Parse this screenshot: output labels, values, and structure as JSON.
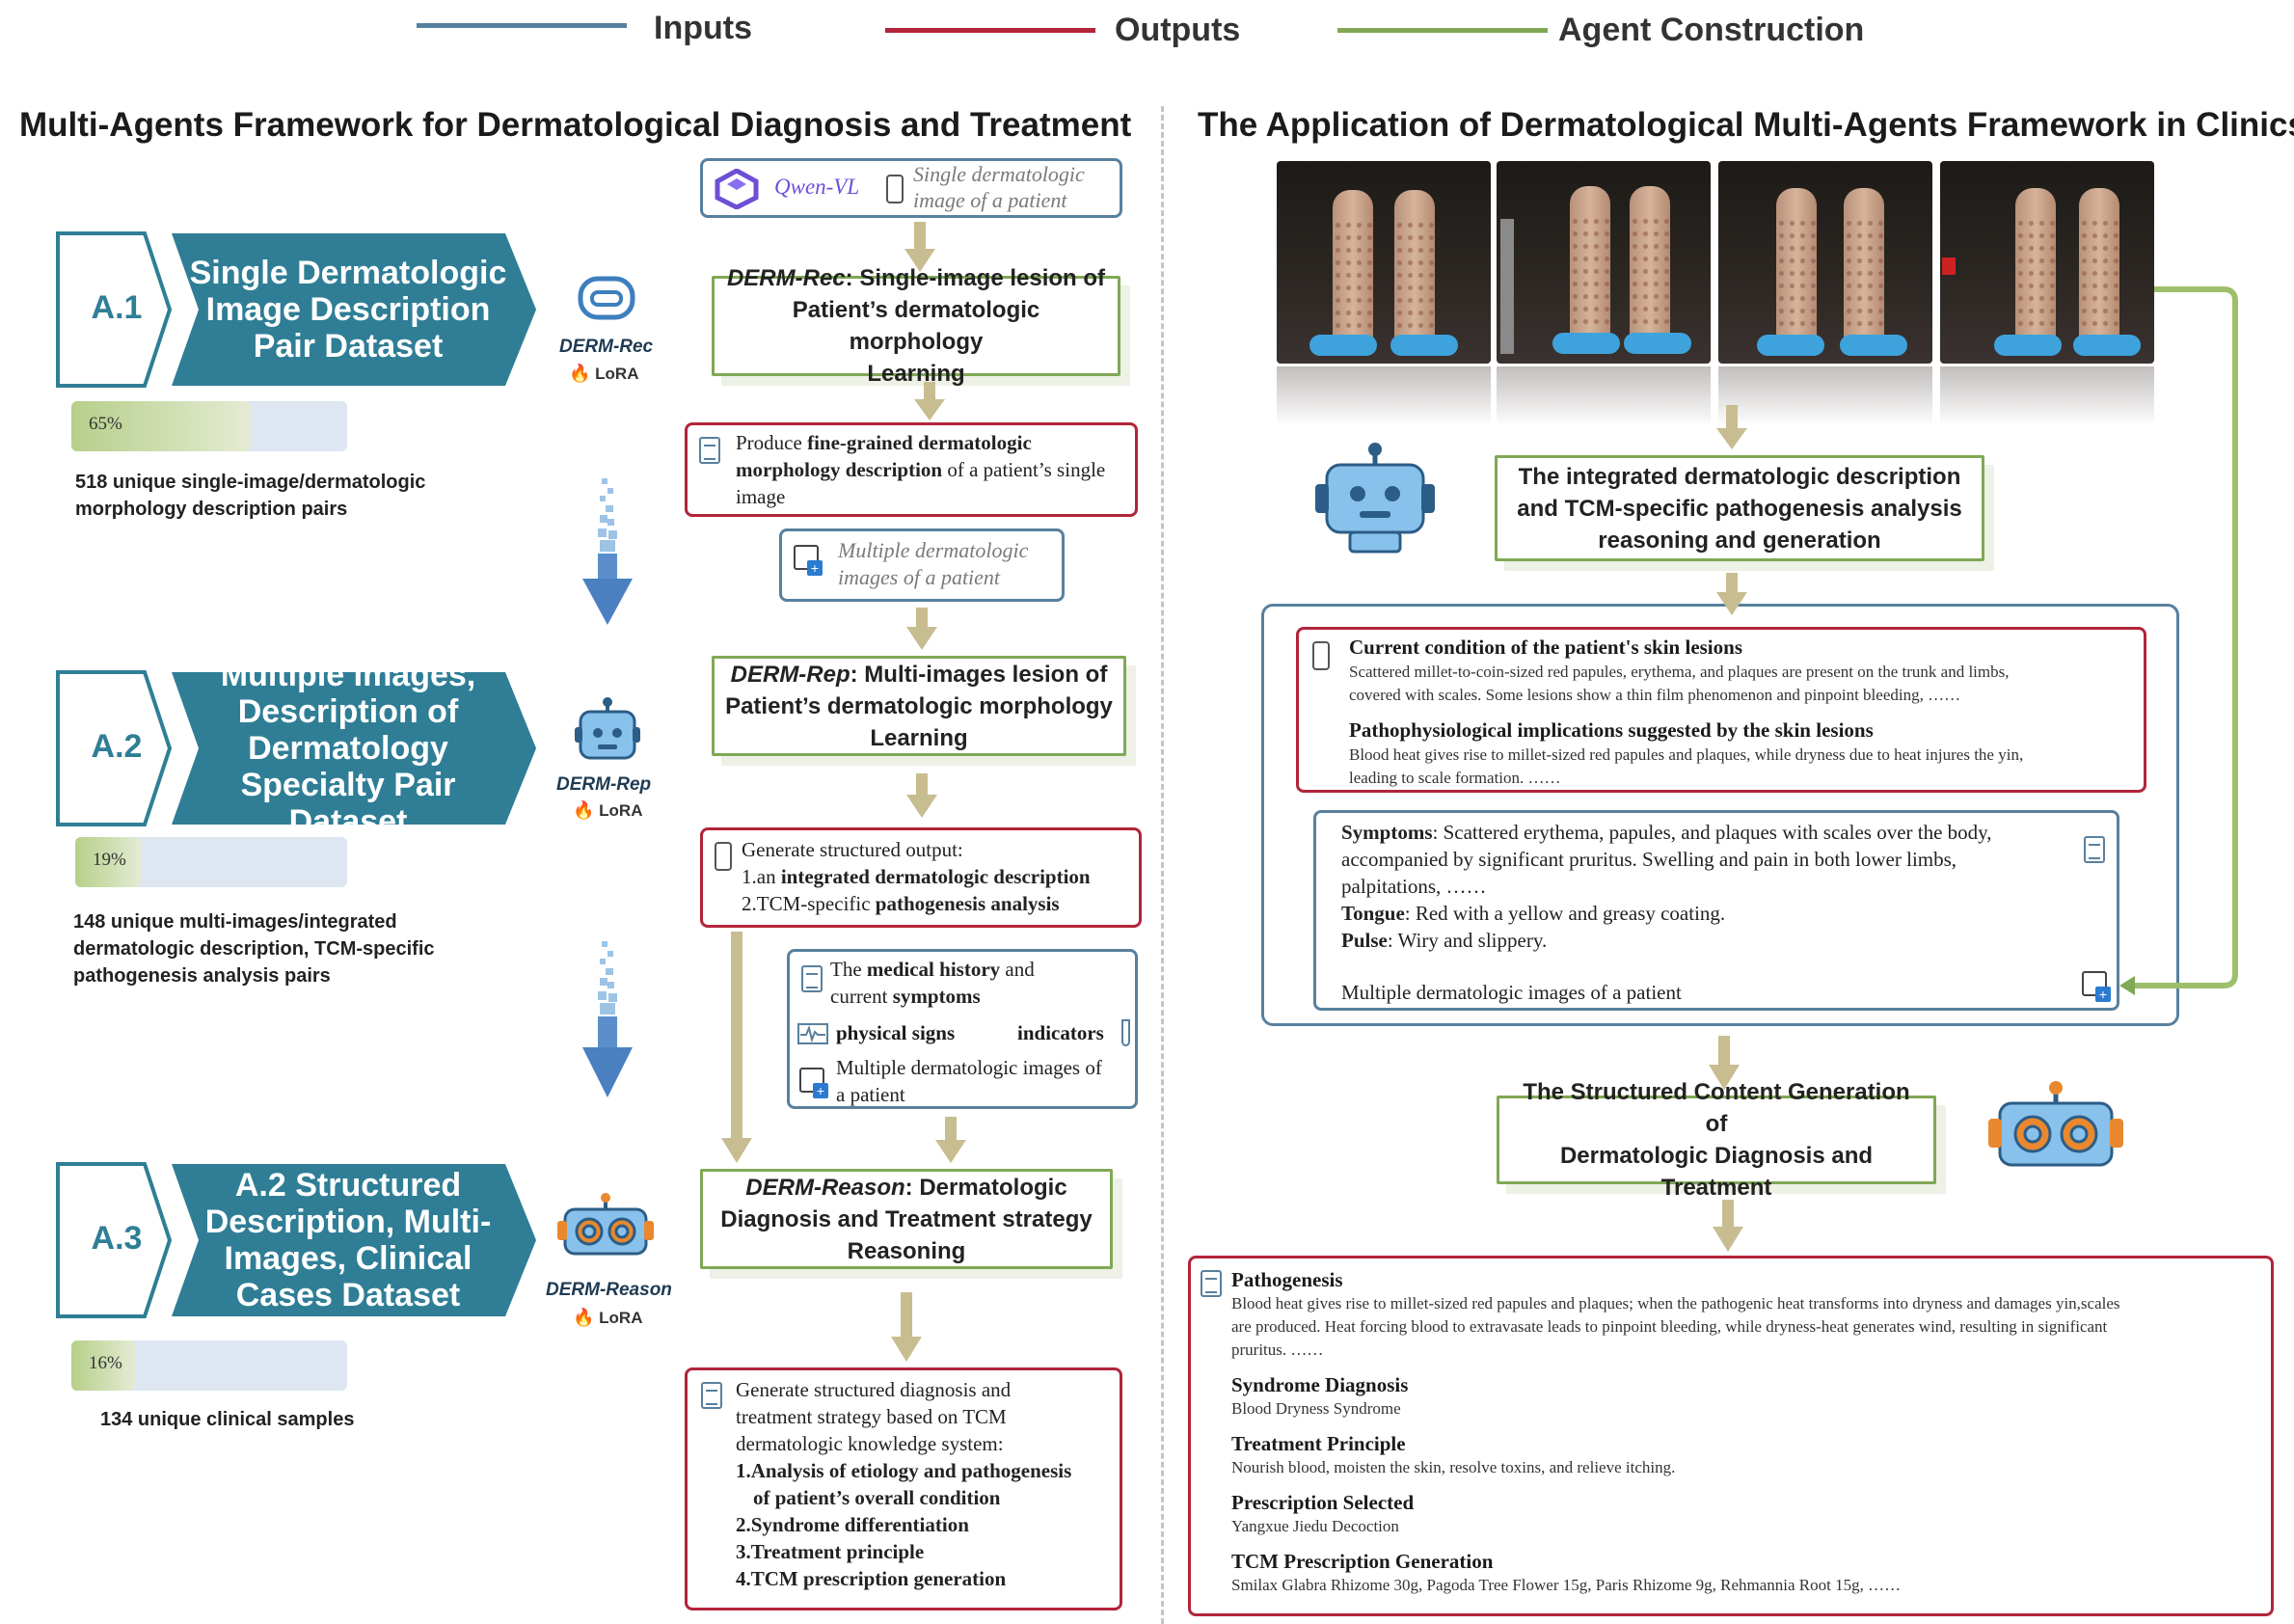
{
  "legend": [
    {
      "label": "Inputs",
      "color": "#58809e"
    },
    {
      "label": "Outputs",
      "color": "#b2253a"
    },
    {
      "label": "Agent Construction",
      "color": "#80a855"
    }
  ],
  "left_title": "Multi-Agents Framework for Dermatological Diagnosis and Treatment",
  "right_title": "The Application of Dermatological Multi-Agents Framework in Clinics",
  "datasets": [
    {
      "code": "A.1",
      "title": "Single Dermatologic Image Description Pair Dataset",
      "percent_label": "65%",
      "fraction": 0.65,
      "note_line1": "518 unique single-image/dermatologic",
      "note_line2": "morphology description pairs"
    },
    {
      "code": "A.2",
      "title": "Multiple Images, Description of Dermatology Specialty Pair Dataset",
      "percent_label": "19%",
      "fraction": 0.19,
      "note_line1": "148 unique multi-images/integrated",
      "note_line2": "dermatologic description, TCM-specific",
      "note_line3": "pathogenesis analysis  pairs"
    },
    {
      "code": "A.3",
      "title": "A.2 Structured Description, Multi-Images, Clinical Cases Dataset",
      "percent_label": "16%",
      "fraction": 0.16,
      "note_line1": "134 unique clinical samples"
    }
  ],
  "agents": [
    {
      "name": "DERM-Rec",
      "lora": "LoRA"
    },
    {
      "name": "DERM-Rep",
      "lora": "LoRA"
    },
    {
      "name": "DERM-Reason",
      "lora": "LoRA"
    }
  ],
  "flow": {
    "qwen_label": "Qwen-VL",
    "input1_line1": "Single dermatologic",
    "input1_line2": "image of a patient",
    "rec_name": "DERM-Rec",
    "rec_text1": ": Single-image lesion of",
    "rec_text2": "Patient’s dermatologic morphology",
    "rec_text3": "Learning",
    "out1_pre": "Produce ",
    "out1_bold": "fine-grained dermatologic morphology description",
    "out1_post": " of a patient’s single image",
    "input2_line1": "Multiple dermatologic",
    "input2_line2": "images of a patient",
    "rep_name": "DERM-Rep",
    "rep_text1": ": Multi-images lesion of",
    "rep_text2": "Patient’s dermatologic morphology",
    "rep_text3": "Learning",
    "out2_line1": "Generate structured output:",
    "out2_l2_pre": "1.an ",
    "out2_l2_bold": "integrated dermatologic description",
    "out2_l3_pre": "2.TCM-specific ",
    "out2_l3_bold": "pathogenesis analysis",
    "in3_l1_pre": "The ",
    "in3_l1_bold": "medical history",
    "in3_l1_post": " and",
    "in3_l2_pre": "current ",
    "in3_l2_bold": "symptoms",
    "in3_l3a": "physical signs",
    "in3_l3b": "indicators",
    "in3_l4": "Multiple dermatologic images of",
    "in3_l5": "a patient",
    "reason_name": "DERM-Reason",
    "reason_text1": ": Dermatologic",
    "reason_text2": "Diagnosis and Treatment strategy",
    "reason_text3": "Reasoning",
    "out3_l1": "Generate structured diagnosis and",
    "out3_l2": "treatment strategy based on TCM",
    "out3_l3": "dermatologic knowledge system:",
    "out3_l4": "1.Analysis of etiology and pathogenesis",
    "out3_l5": "of patient’s overall condition",
    "out3_l6": "2.Syndrome differentiation",
    "out3_l7": "3.Treatment principle",
    "out3_l8": "4.TCM prescription generation"
  },
  "clinic": {
    "integrated_line1": "The integrated dermatologic description",
    "integrated_line2": "and TCM-specific pathogenesis analysis",
    "integrated_line3": "reasoning and generation",
    "cond_head": "Current condition of the patient's skin lesions",
    "cond_l1": "Scattered millet-to-coin-sized red papules, erythema, and plaques are present on the trunk and limbs,",
    "cond_l2": "covered with scales. Some lesions show a thin film phenomenon and pinpoint bleeding, ……",
    "patho_head": "Pathophysiological implications suggested by the skin lesions",
    "patho_l1": "Blood heat gives rise to millet-sized red papules and plaques, while dryness due to heat injures the yin,",
    "patho_l2": "leading to scale formation. ……",
    "symptoms_label": "Symptoms",
    "symptoms_l1": ": Scattered erythema, papules, and plaques with scales over the body,",
    "symptoms_l2": "accompanied by significant pruritus. Swelling and pain in both lower limbs,",
    "symptoms_l3": "palpitations, ……",
    "tongue_label": "Tongue",
    "tongue_text": ": Red with a yellow and greasy coating.",
    "pulse_label": "Pulse",
    "pulse_text": ": Wiry and slippery.",
    "multi_images": "Multiple dermatologic images of a patient",
    "structured_line1": "The Structured Content Generation of",
    "structured_line2": "Dermatologic Diagnosis and Treatment",
    "pathogenesis_head": "Pathogenesis",
    "pathogenesis_l1": "Blood heat gives rise to millet-sized red papules and plaques; when the pathogenic heat transforms into dryness and damages yin,scales",
    "pathogenesis_l2": "are produced. Heat forcing blood to extravasate leads to pinpoint bleeding, while dryness-heat generates wind, resulting in significant",
    "pathogenesis_l3": "pruritus. ……",
    "syndrome_head": "Syndrome Diagnosis",
    "syndrome_text": "Blood Dryness Syndrome",
    "principle_head": "Treatment Principle",
    "principle_text": "Nourish blood, moisten the skin, resolve toxins, and relieve itching.",
    "prescription_head": "Prescription Selected",
    "prescription_text": "Yangxue Jiedu Decoction",
    "generation_head": "TCM Prescription Generation",
    "generation_text": "Smilax Glabra Rhizome 30g, Pagoda Tree Flower 15g, Paris Rhizome 9g, Rehmannia Root 15g, ……"
  }
}
